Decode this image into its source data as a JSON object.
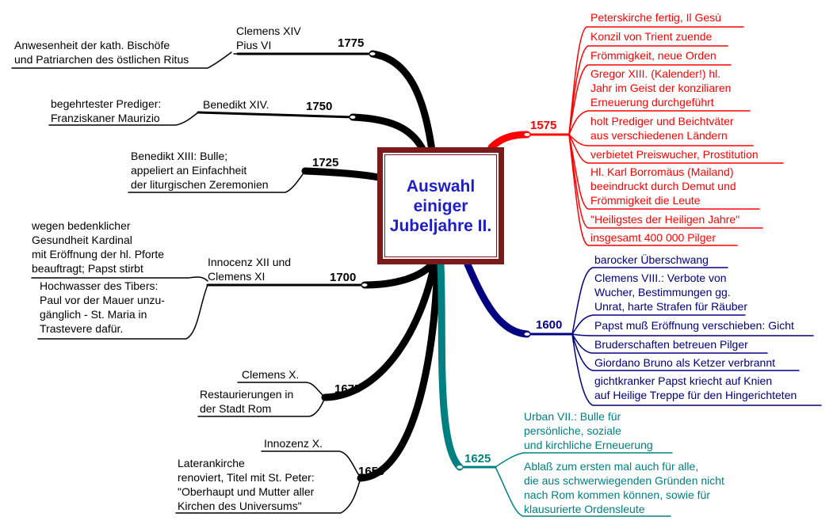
{
  "center": {
    "lines": [
      "Auswahl",
      "einiger",
      "Jubeljahre II."
    ]
  },
  "colors": {
    "black": "#000000",
    "red": "#ff0000",
    "navy": "#000080",
    "teal": "#008080",
    "frame": "#7a1a1a",
    "title": "#1e1ec8"
  },
  "years": {
    "y1775": "1775",
    "y1750": "1750",
    "y1725": "1725",
    "y1700": "1700",
    "y1675": "1675",
    "y1650": "1650",
    "y1575": "1575",
    "y1600": "1600",
    "y1625": "1625"
  },
  "nodes": {
    "n1775_popes": [
      "Clemens XIV",
      "Pius VI"
    ],
    "n1775_bishops": [
      "Anwesenheit der kath. Bischöfe",
      "und Patriarchen des östlichen Ritus"
    ],
    "n1750_pope": [
      "Benedikt XIV."
    ],
    "n1750_preacher": [
      "begehrtester Prediger:",
      "Franziskaner Maurizio"
    ],
    "n1725_bull": [
      "Benedikt XIII: Bulle;",
      "appeliert an Einfachheit",
      "der liturgischen Zeremonien"
    ],
    "n1700_cardinal": [
      "wegen bedenklicher",
      "Gesundheit Kardinal",
      "mit Eröffnung der hl. Pforte",
      "beauftragt; Papst stirbt"
    ],
    "n1700_popes": [
      "Innocenz XII und",
      "Clemens XI"
    ],
    "n1700_flood": [
      "Hochwasser des Tibers:",
      "Paul vor der Mauer unzu-",
      "gänglich - St. Maria in",
      "Trastevere dafür."
    ],
    "n1675_pope": [
      "Clemens X."
    ],
    "n1675_rest": [
      "Restaurierungen in",
      "der Stadt Rom"
    ],
    "n1650_pope": [
      "Innozenz X."
    ],
    "n1650_lateran": [
      "Laterankirche",
      "renoviert, Titel mit St. Peter:",
      "\"Oberhaupt und Mutter aller",
      "Kirchen des Universums\""
    ],
    "n1575_a": [
      "Peterskirche fertig, Il Gesù"
    ],
    "n1575_b": [
      "Konzil von Trient zuende"
    ],
    "n1575_c": [
      "Frömmigkeit, neue Orden"
    ],
    "n1575_d": [
      "Gregor XIII. (Kalender!) hl.",
      "Jahr im Geist der konziliaren",
      "Erneuerung durchgeführt"
    ],
    "n1575_e": [
      "holt Prediger und Beichtväter",
      "aus verschiedenen Ländern"
    ],
    "n1575_f": [
      "verbietet Preiswucher, Prostitution"
    ],
    "n1575_g": [
      "Hl. Karl Borromäus (Mailand)",
      "beeindruckt durch Demut und",
      "Frömmigkeit die Leute"
    ],
    "n1575_h": [
      "\"Heiligstes der Heiligen Jahre\""
    ],
    "n1575_i": [
      "insgesamt 400 000 Pilger"
    ],
    "n1600_a": [
      "barocker Überschwang"
    ],
    "n1600_b": [
      "Clemens VIII.: Verbote von",
      "Wucher, Bestimmungen gg.",
      "Unrat, harte Strafen für Räuber"
    ],
    "n1600_c": [
      "Papst muß Eröffnung verschieben: Gicht"
    ],
    "n1600_d": [
      "Bruderschaften betreuen Pilger"
    ],
    "n1600_e": [
      "Giordano Bruno als Ketzer verbrannt"
    ],
    "n1600_f": [
      "gichtkranker Papst kriecht auf Knien",
      "auf Heilige Treppe für den Hingerichteten"
    ],
    "n1625_a": [
      "Urban VII.: Bulle für",
      "persönliche, soziale",
      "und kirchliche Erneuerung"
    ],
    "n1625_b": [
      "Ablaß zum ersten mal auch für alle,",
      "die aus schwerwiegenden Gründen nicht",
      "nach Rom kommen können, sowie für",
      "klausurierte Ordensleute"
    ]
  }
}
